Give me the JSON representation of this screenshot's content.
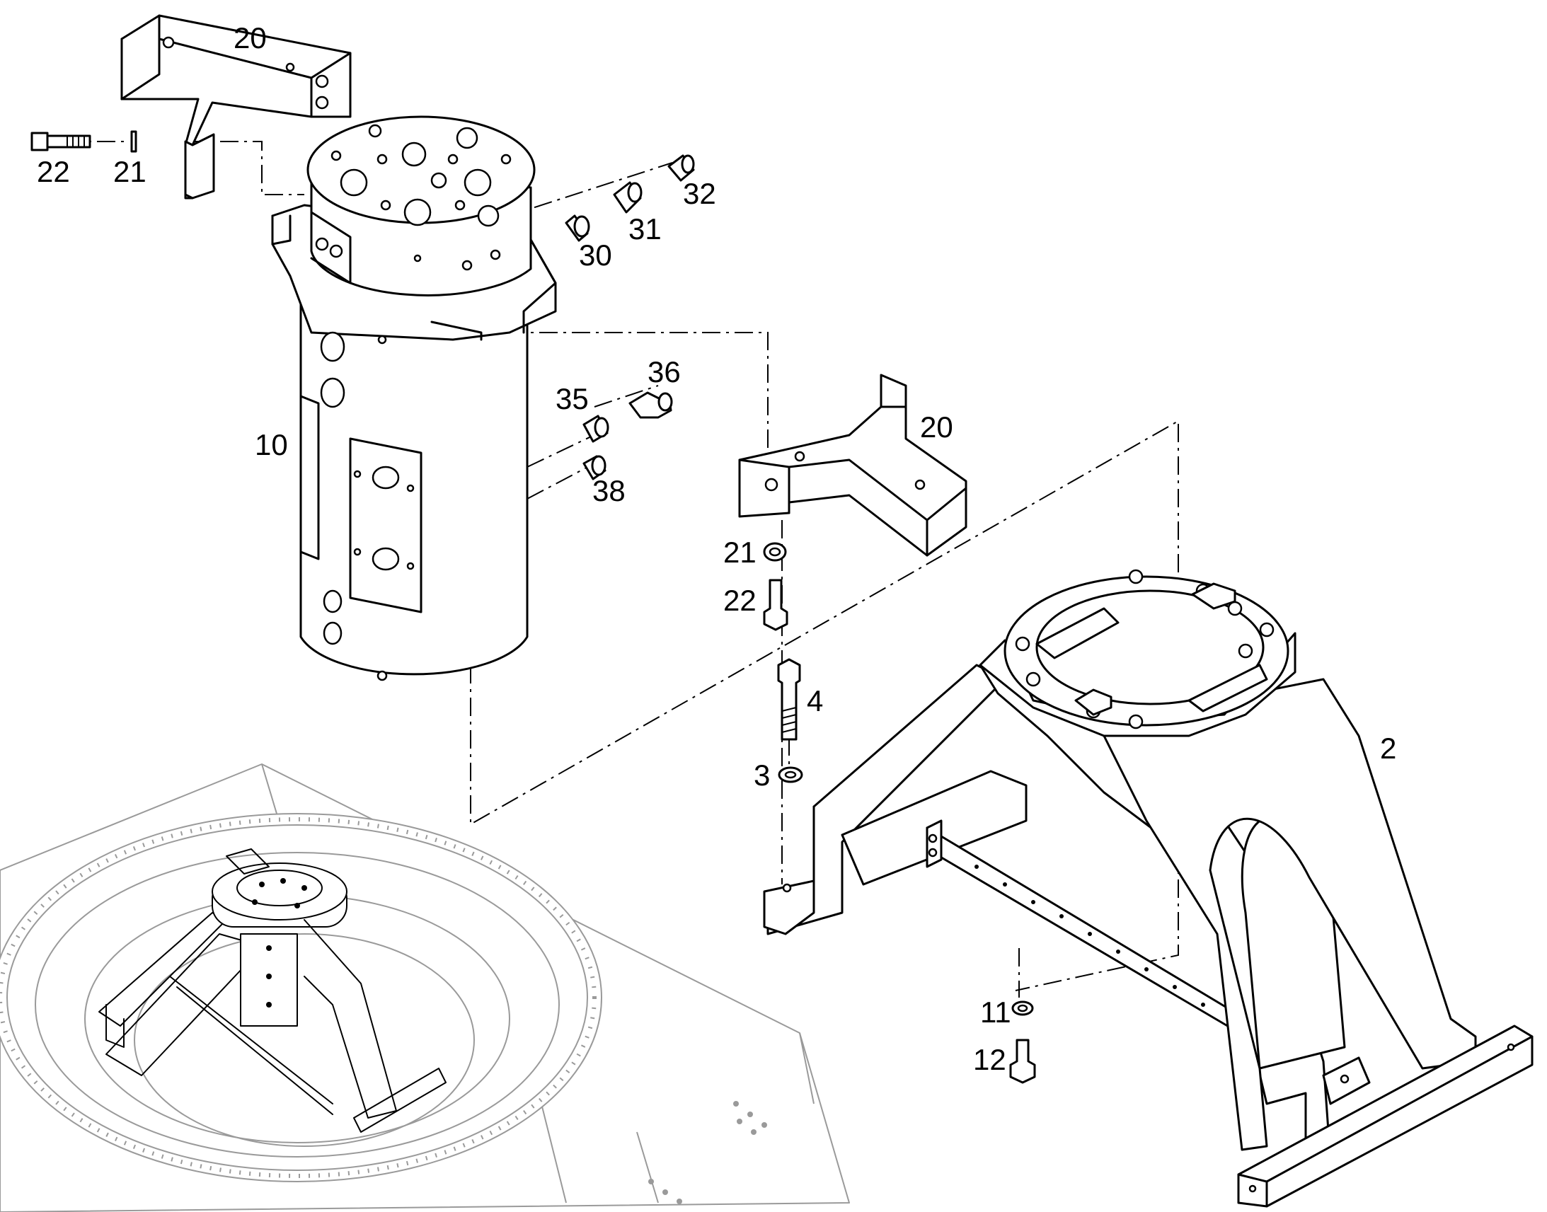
{
  "callouts": [
    {
      "id": "20-top",
      "text": "20"
    },
    {
      "id": "22-left",
      "text": "22"
    },
    {
      "id": "21-left",
      "text": "21"
    },
    {
      "id": "32",
      "text": "32"
    },
    {
      "id": "31",
      "text": "31"
    },
    {
      "id": "30",
      "text": "30"
    },
    {
      "id": "36",
      "text": "36"
    },
    {
      "id": "35",
      "text": "35"
    },
    {
      "id": "10",
      "text": "10"
    },
    {
      "id": "38",
      "text": "38"
    },
    {
      "id": "20-right",
      "text": "20"
    },
    {
      "id": "21-right",
      "text": "21"
    },
    {
      "id": "22-right",
      "text": "22"
    },
    {
      "id": "4",
      "text": "4"
    },
    {
      "id": "3",
      "text": "3"
    },
    {
      "id": "2",
      "text": "2"
    },
    {
      "id": "11",
      "text": "11"
    },
    {
      "id": "12",
      "text": "12"
    }
  ],
  "colors": {
    "line": "#000000",
    "context_gray": "#9a9a9a",
    "background": "#ffffff"
  }
}
